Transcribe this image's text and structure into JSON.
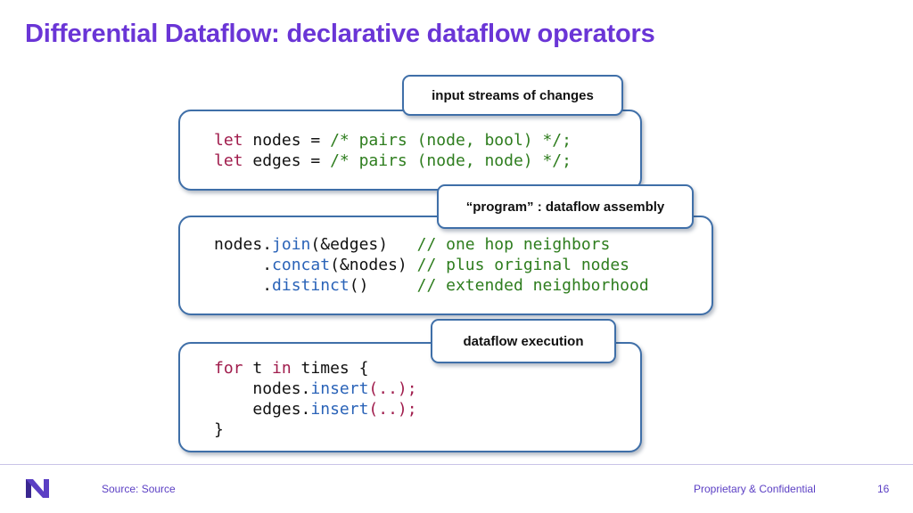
{
  "slide": {
    "title": "Differential Dataflow: declarative dataflow operators"
  },
  "boxes": {
    "input": {
      "label": "input streams of changes",
      "line1": {
        "kw": "let",
        "name": " nodes = ",
        "comment": "/* pairs (node, bool) */;"
      },
      "line2": {
        "kw": "let",
        "name": " edges = ",
        "comment": "/* pairs (node, node) */;"
      }
    },
    "program": {
      "label": "“program” : dataflow assembly",
      "line1": {
        "obj": "nodes",
        "dot": ".",
        "fn": "join",
        "args": "(&edges)",
        "pad": "   ",
        "comment": "// one hop neighbors"
      },
      "line2": {
        "indent": "     ",
        "dot": ".",
        "fn": "concat",
        "args": "(&nodes)",
        "pad": " ",
        "comment": "// plus original nodes"
      },
      "line3": {
        "indent": "     ",
        "dot": ".",
        "fn": "distinct",
        "args": "()",
        "pad": "     ",
        "comment": "// extended neighborhood"
      }
    },
    "execution": {
      "label": "dataflow execution",
      "line1": {
        "kw1": "for",
        "mid1": " t ",
        "kw2": "in",
        "mid2": " times {"
      },
      "line2": {
        "indent": "    ",
        "obj": "nodes",
        "dot": ".",
        "fn": "insert",
        "args": "(..);"
      },
      "line3": {
        "indent": "    ",
        "obj": "edges",
        "dot": ".",
        "fn": "insert",
        "args": "(..);"
      },
      "line4": {
        "text": "}"
      }
    }
  },
  "footer": {
    "source": "Source: Source",
    "confidential": "Proprietary & Confidential",
    "page_number": "16",
    "logo_icon": "company-logo-icon"
  },
  "colors": {
    "title": "#6a35d6",
    "box_border": "#3f6fa8",
    "keyword": "#a01c4c",
    "comment": "#2e7d1e",
    "function": "#2a63b8",
    "footer_text": "#5b3fc4"
  }
}
